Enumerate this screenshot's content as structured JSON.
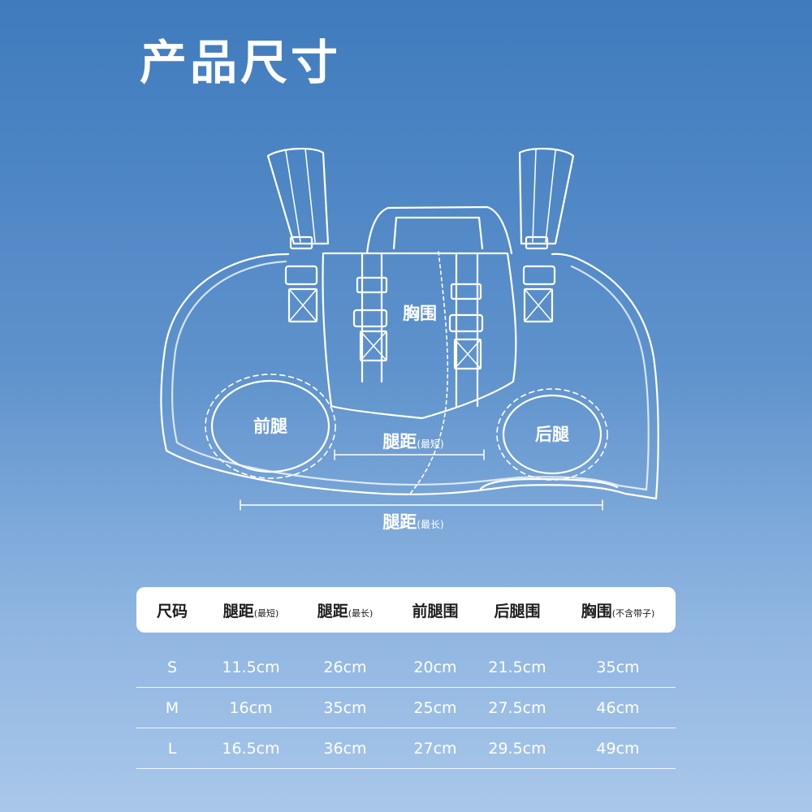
{
  "title": "产品尺寸",
  "diagram": {
    "chest": "胸围",
    "front_leg": "前腿",
    "back_leg": "后腿",
    "leg_distance_short": "腿距",
    "leg_distance_short_note": "(最短)",
    "leg_distance_long": "腿距",
    "leg_distance_long_note": "(最长)"
  },
  "table": {
    "headers": [
      {
        "main": "尺码",
        "sub": ""
      },
      {
        "main": "腿距",
        "sub": "(最短)"
      },
      {
        "main": "腿距",
        "sub": "(最长)"
      },
      {
        "main": "前腿围",
        "sub": ""
      },
      {
        "main": "后腿围",
        "sub": ""
      },
      {
        "main": "胸围",
        "sub": "(不含带子)"
      }
    ],
    "rows": [
      [
        "S",
        "11.5cm",
        "26cm",
        "20cm",
        "21.5cm",
        "35cm"
      ],
      [
        "M",
        "16cm",
        "35cm",
        "25cm",
        "27.5cm",
        "46cm"
      ],
      [
        "L",
        "16.5cm",
        "36cm",
        "27cm",
        "29.5cm",
        "49cm"
      ]
    ]
  }
}
